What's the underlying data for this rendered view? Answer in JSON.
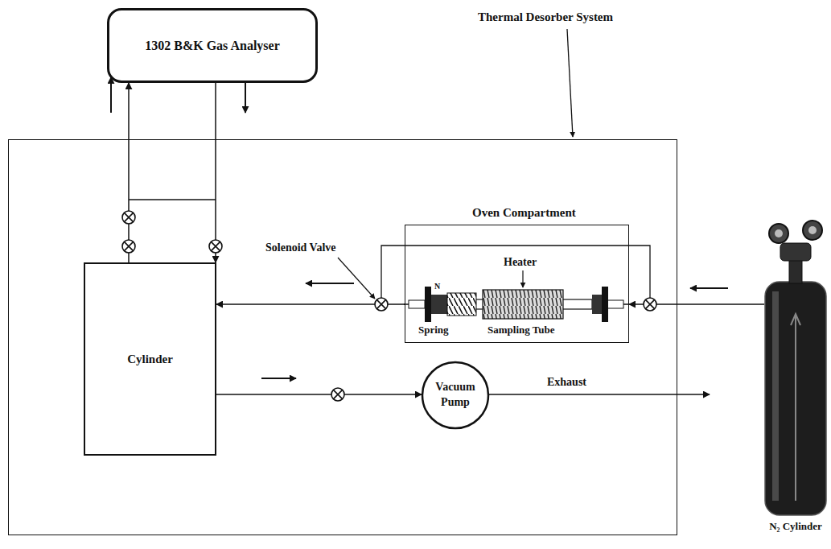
{
  "diagram": {
    "nodes": [
      {
        "text": [
          "1302 B&K Gas Analyser"
        ]
      },
      {
        "text": [
          "Thermal Desorber System"
        ]
      },
      {
        "text": [
          "Cylinder"
        ],
        "in": 1
      },
      {
        "text": [
          "Oven Compartment"
        ],
        "in": 1
      },
      {
        "text": [
          "Vacuum Pump"
        ],
        "in": 1
      },
      {
        "text": [
          "N₂ Cylinder"
        ]
      }
    ],
    "edges": [
      {
        "from": 2,
        "to": 0,
        "arrow": "to"
      },
      {
        "from": 0,
        "to": 2,
        "arrow": "to"
      },
      {
        "from": 3,
        "to": 2,
        "arrow": "to"
      },
      {
        "from": 5,
        "to": 3,
        "arrow": "to"
      },
      {
        "from": 2,
        "to": 4,
        "arrow": "to"
      }
    ],
    "labels": [
      "Solenoid Valve",
      "Heater",
      "N",
      "Spring",
      "Sampling Tube",
      "Exhaust"
    ]
  }
}
